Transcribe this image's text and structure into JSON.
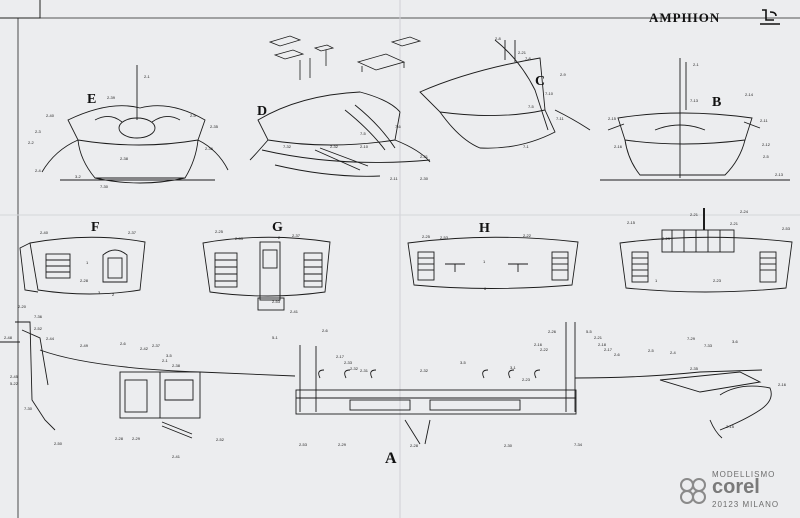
{
  "sheet": {
    "title": "AMPHION",
    "view_labels": [
      "A",
      "B",
      "C",
      "D",
      "E",
      "F",
      "G",
      "H"
    ],
    "brand": {
      "line1": "MODELLISMO",
      "line2": "corel",
      "line3": "20123 MILANO"
    },
    "part_numbers_E": [
      "2-1",
      "2-39",
      "2-40",
      "2-3",
      "2-4",
      "2-5",
      "2-2",
      "7-30",
      "2-38",
      "2-36",
      "2-35"
    ],
    "part_numbers_B": [
      "2-1",
      "7-13",
      "2-15",
      "2-16",
      "2-5",
      "2-11",
      "2-13",
      "2-12",
      "2-14"
    ],
    "part_numbers_C": [
      "2-8",
      "7-8",
      "2-9",
      "7-10",
      "7-5",
      "7-1",
      "7-11",
      "2-21"
    ],
    "part_numbers_D": [
      "7-32",
      "2-32",
      "2-10",
      "7-5",
      "7-6",
      "2-31",
      "2-11",
      "2-30"
    ],
    "part_numbers_F": [
      "2-40",
      "2-37",
      "2-28",
      "3",
      "2",
      "1"
    ],
    "part_numbers_G": [
      "2-25",
      "2-53",
      "2",
      "2-37",
      "2-53",
      "2-41"
    ],
    "part_numbers_H": [
      "2-25",
      "2-53",
      "2-22",
      "1",
      "6"
    ],
    "part_numbers_right": [
      "2-15",
      "2-21",
      "2-24",
      "2-23",
      "2-21",
      "2-53",
      "2-23",
      "1"
    ],
    "part_numbers_A": [
      "2-20",
      "7-36",
      "2-52",
      "2-44",
      "2-49",
      "2-48",
      "2-45",
      "5-22",
      "2-6",
      "2-42",
      "2-37",
      "3-5",
      "2-1",
      "2-38",
      "5-1",
      "2-6",
      "2-17",
      "2-33",
      "2-32",
      "2-31",
      "2-32",
      "3-5",
      "3-1",
      "2-23",
      "2-26",
      "5-5",
      "2-16",
      "2-22",
      "2-21",
      "2-18",
      "2-17",
      "2-6",
      "7-29",
      "2-5",
      "2-4",
      "7-33",
      "3-6",
      "7-30",
      "2-50",
      "2-28",
      "2-29",
      "2-41",
      "2-52",
      "2-53",
      "2-29",
      "2-28",
      "2-30",
      "7-34",
      "2-16",
      "2-15",
      "2-35",
      "3-2"
    ]
  }
}
